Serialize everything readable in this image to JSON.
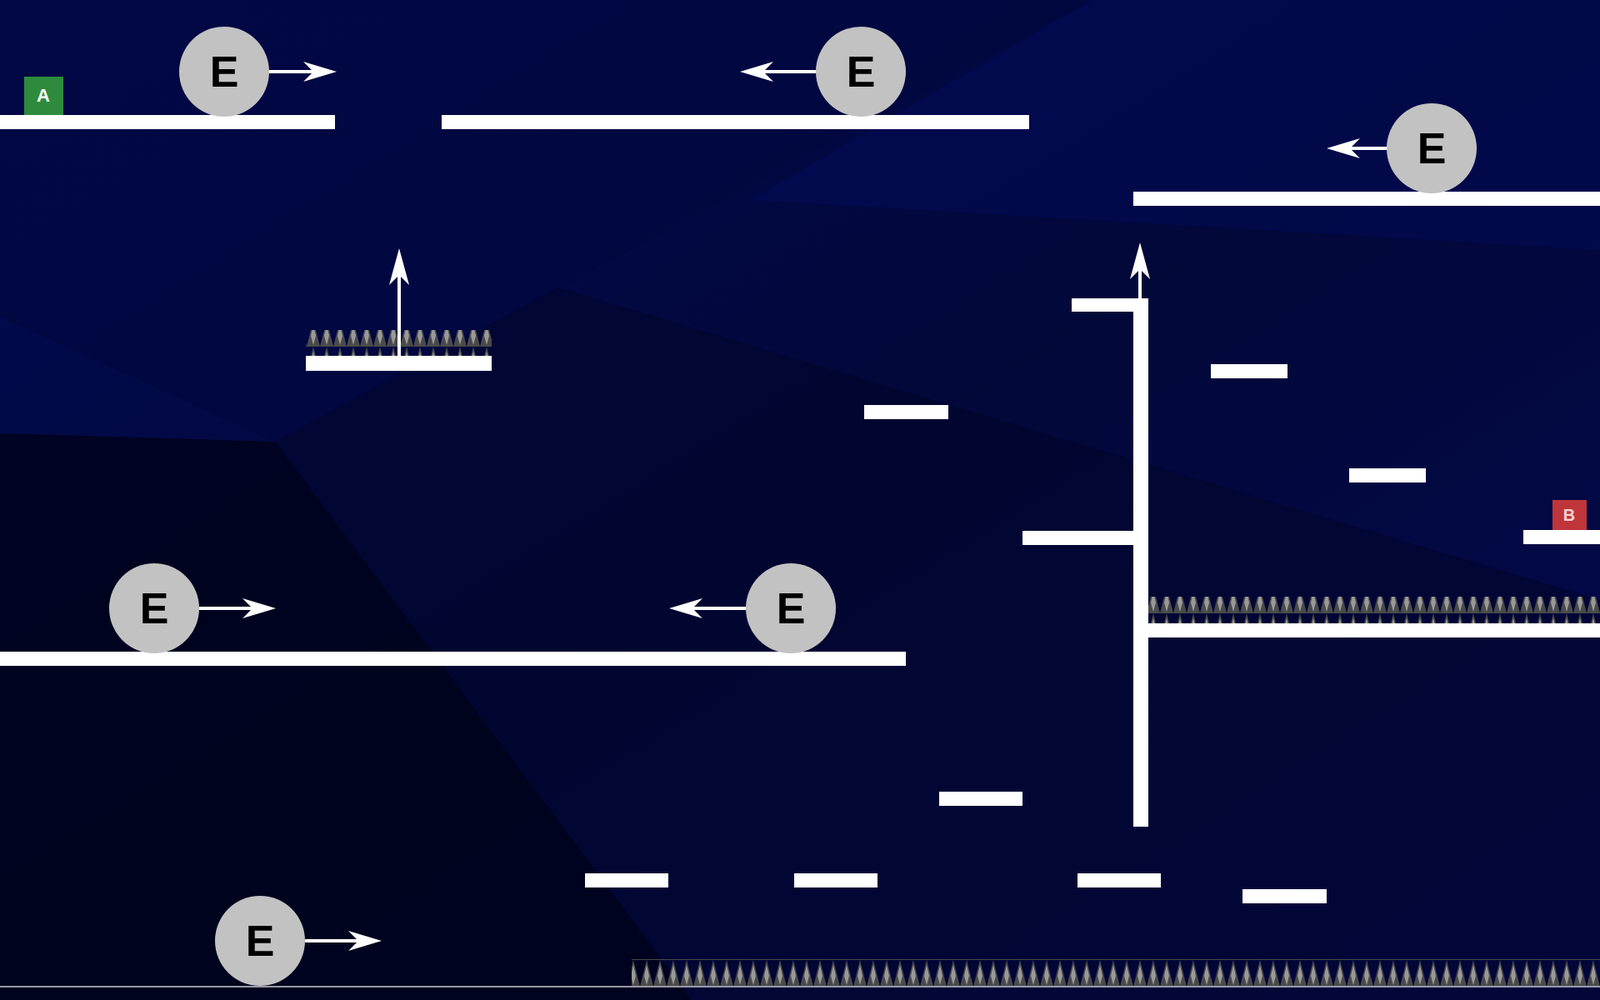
{
  "diagram": {
    "nodes": [
      {
        "text": [
          "A"
        ]
      },
      {
        "text": [
          "E"
        ]
      },
      {
        "text": [
          "E"
        ]
      },
      {
        "text": [
          "E"
        ]
      },
      {
        "text": [
          "B"
        ]
      },
      {
        "text": [
          "E"
        ]
      },
      {
        "text": [
          "E"
        ]
      },
      {
        "text": [
          "E"
        ]
      }
    ]
  }
}
